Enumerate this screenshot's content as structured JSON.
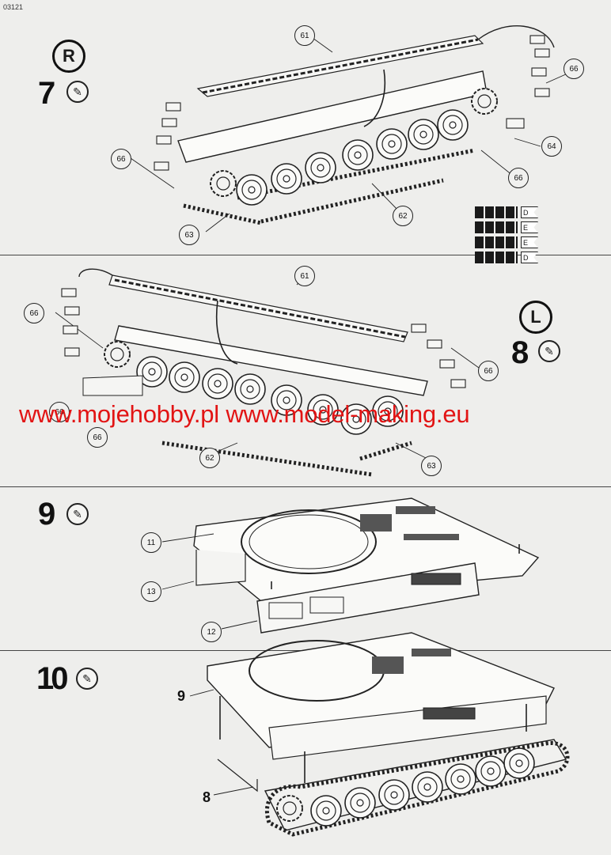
{
  "header": {
    "code": "03121"
  },
  "watermark": {
    "text": "www.mojehobby.pl www.model-making.eu"
  },
  "steps": [
    {
      "number": "7",
      "side": "R",
      "parts": [
        "61",
        "66",
        "66",
        "64",
        "66",
        "62",
        "63"
      ]
    },
    {
      "number": "8",
      "side": "L",
      "parts": [
        "61",
        "66",
        "66",
        "66",
        "66",
        "62",
        "63"
      ]
    },
    {
      "number": "9",
      "parts": [
        "11",
        "13",
        "12"
      ]
    },
    {
      "number": "10",
      "labels": [
        "9",
        "8"
      ]
    }
  ],
  "track_legend": {
    "rows": [
      {
        "tag": "D"
      },
      {
        "tag": "E"
      },
      {
        "tag": "E"
      },
      {
        "tag": "D"
      }
    ]
  },
  "icons": {
    "glue": "glue-tube-icon"
  }
}
